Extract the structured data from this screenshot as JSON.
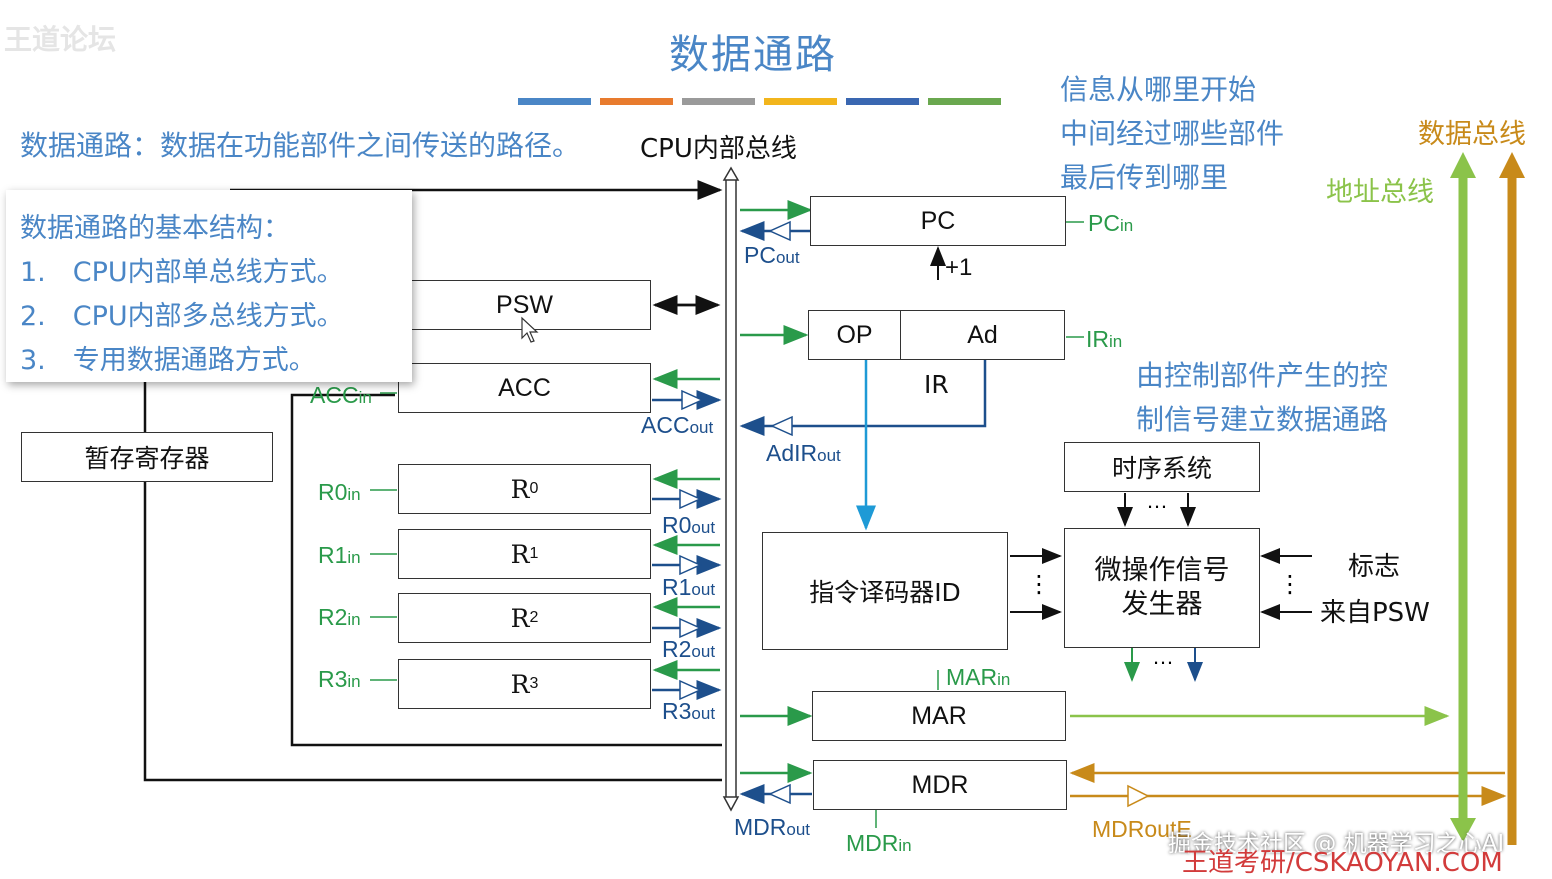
{
  "watermark_top": "王道论坛",
  "title": "数据通路",
  "title_bar_colors": [
    "#4a86c6",
    "#e87b2e",
    "#9a9a9a",
    "#f2b51c",
    "#3a67b1",
    "#6aa84f"
  ],
  "definition": "数据通路：数据在功能部件之间传送的路径。",
  "internal_bus_label": "CPU内部总线",
  "questions": [
    "信息从哪里开始",
    "中间经过哪些部件",
    "最后传到哪里"
  ],
  "control_note": [
    "由控制部件产生的控",
    "制信号建立数据通路"
  ],
  "data_bus_label": "数据总线",
  "address_bus_label": "地址总线",
  "panel": {
    "heading": "数据通路的基本结构：",
    "items": [
      "1.　CPU内部单总线方式。",
      "2.　CPU内部多总线方式。",
      "3.　专用数据通路方式。"
    ]
  },
  "boxes": {
    "pc": "PC",
    "psw": "PSW",
    "acc": "ACC",
    "op": "OP",
    "ad": "Ad",
    "ir": "IR",
    "temp": "暂存寄存器",
    "timing": "时序系统",
    "decoder": "指令译码器ID",
    "micro1": "微操作信号",
    "micro2": "发生器",
    "mar": "MAR",
    "mdr": "MDR",
    "r0": "R",
    "r1": "R",
    "r2": "R",
    "r3": "R",
    "r0_sub": "0",
    "r1_sub": "1",
    "r2_sub": "2",
    "r3_sub": "3"
  },
  "signals": {
    "pc_in": "PC",
    "pc_out": "PC",
    "plus1": "+1",
    "ir_in": "IR",
    "ad_ir_out": "AdIR",
    "acc_in": "ACC",
    "acc_out": "ACC",
    "r0_in": "R0",
    "r0_out": "R0",
    "r1_in": "R1",
    "r1_out": "R1",
    "r2_in": "R2",
    "r2_out": "R2",
    "r3_in": "R3",
    "r3_out": "R3",
    "mar_in": "MAR",
    "mdr_out": "MDR",
    "mdr_in": "MDR",
    "mdr_out_e": "MDRoutE",
    "in_sub": "in",
    "out_sub": "out"
  },
  "flags_label": "标志",
  "from_psw_label": "来自PSW",
  "ellipsis": "…",
  "vdots": "⋮",
  "watermark_bottom1": "掘金技术社区 @ 机器学习之心AI",
  "watermark_bottom2": "王道考研/CSKAOYAN.COM",
  "colors": {
    "green": "#2a9a4a",
    "blue": "#1d4f8c",
    "cyan": "#1e9ad6",
    "orange": "#c88a1a",
    "lightgreen": "#8bc34a",
    "accent": "#4a86c6"
  }
}
